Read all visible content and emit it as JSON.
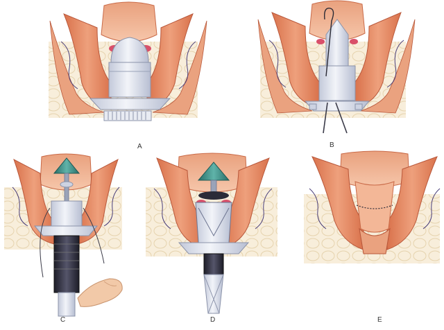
{
  "panels": [
    {
      "id": "A",
      "label": "A"
    },
    {
      "id": "B",
      "label": "B"
    },
    {
      "id": "C",
      "label": "C"
    },
    {
      "id": "D",
      "label": "D"
    },
    {
      "id": "E",
      "label": "E"
    }
  ],
  "colors": {
    "muscle": "#e88a62",
    "muscle_dark": "#c9603e",
    "mucosa": "#f2b08f",
    "fat": "#f7ead2",
    "fat_line": "#e3cfa6",
    "device": "#dfe3ee",
    "device_dark": "#9aa3b8",
    "anvil": "#3a8e86",
    "shaft": "#2b2b38",
    "pink": "#d9506a",
    "vessel": "#4a3f7a"
  }
}
